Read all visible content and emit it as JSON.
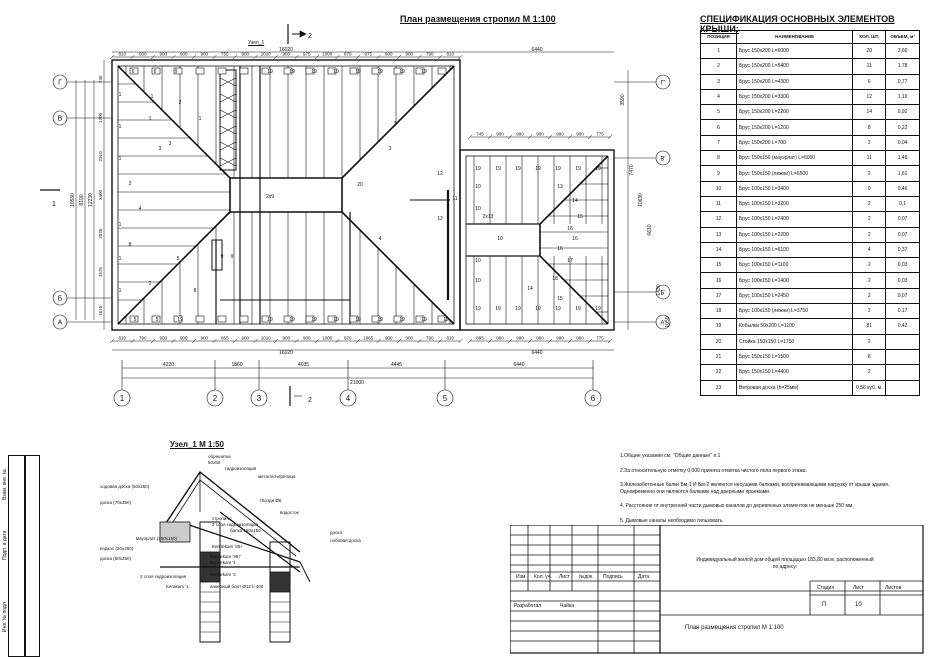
{
  "plan": {
    "title": "План размещения стропил  М 1:100",
    "node_label": "Узел_1",
    "section_mark": "2",
    "section_mark_left": "1",
    "top_dims": [
      "810",
      "900",
      "900",
      "900",
      "900",
      "755",
      "900",
      "1010",
      "900",
      "975",
      "1000",
      "870",
      "975",
      "900",
      "900",
      "790",
      "810"
    ],
    "right_dims": [
      "745",
      "900",
      "900",
      "900",
      "900",
      "900",
      "775"
    ],
    "bottom_dims": [
      "810",
      "790",
      "900",
      "900",
      "900",
      "865",
      "900",
      "1010",
      "900",
      "900",
      "1000",
      "870",
      "1065",
      "900",
      "900",
      "790",
      "810"
    ],
    "bottom_right_dims": [
      "895",
      "900",
      "900",
      "900",
      "900",
      "900",
      "775"
    ],
    "overall_top": "16020",
    "overall_top_right": "6440",
    "overall_bottom": "16020",
    "overall_bottom_right": "6440",
    "axis_dims": [
      "4220",
      "1860",
      "4035",
      "4445",
      "6440"
    ],
    "axis_total": "21000",
    "left_dims": [
      "745",
      "1700",
      "2310",
      "3400",
      "2520",
      "1575",
      "1610"
    ],
    "left_overall": [
      "10530",
      "8190",
      "12230"
    ],
    "right_overall": [
      "3590",
      "7470",
      "10630",
      "6610",
      "1430",
      "1050"
    ],
    "axis_rows": [
      "Г",
      "В",
      "Б",
      "А"
    ],
    "axis_rows_right": [
      "Г'",
      "В'",
      "Б'",
      "А'"
    ],
    "axis_cols": [
      "1",
      "2",
      "3",
      "4",
      "5",
      "6"
    ],
    "member_tags": [
      "6",
      "6",
      "9",
      "19",
      "19",
      "19",
      "19",
      "19",
      "19",
      "19",
      "19",
      "5",
      "5",
      "19",
      "19",
      "19",
      "19",
      "19",
      "19",
      "19",
      "19",
      "19",
      "19",
      "1",
      "2",
      "1",
      "3",
      "2",
      "4",
      "5",
      "8",
      "8",
      "10",
      "10",
      "10",
      "10",
      "10",
      "11",
      "12",
      "12",
      "13",
      "14",
      "15",
      "16",
      "17",
      "18",
      "15",
      "14",
      "3",
      "4",
      "20",
      "1",
      "2",
      "9",
      "9",
      "2x9",
      "2x13",
      "19",
      "19",
      "19",
      "19",
      "19",
      "19",
      "19",
      "19",
      "19",
      "19",
      "19",
      "19",
      "19",
      "19",
      "1",
      "1",
      "1",
      "1",
      "1",
      "1",
      "3",
      "3",
      "16",
      "16"
    ]
  },
  "spec": {
    "title": "СПЕЦИФИКАЦИЯ ОСНОВНЫХ ЭЛЕМЕНТОВ КРЫШИ:",
    "headers": [
      "ПОЗИЦИЯ",
      "НАИМЕНОВАНИЕ",
      "КОЛ. ШТ.",
      "ОБЪЕМ, м³"
    ],
    "rows": [
      [
        "1",
        "Брус 150х200 L=6000",
        "20",
        "3,60"
      ],
      [
        "2",
        "Брус 150х200 L=5400",
        "11",
        "1,78"
      ],
      [
        "3",
        "Брус 150х200 L=4300",
        "6",
        "0,77"
      ],
      [
        "4",
        "Брус 150х200 L=3300",
        "12",
        "1,19"
      ],
      [
        "5",
        "Брус 150х200 L=2200",
        "14",
        "0,92"
      ],
      [
        "6",
        "Брус 150х200 L=1200",
        "8",
        "0,22"
      ],
      [
        "7",
        "Брус 150х200 L=700",
        "2",
        "0,04"
      ],
      [
        "8",
        "Брус 150х150 (мауэрлат) L=6000",
        "11",
        "1,49"
      ],
      [
        "9",
        "Брус 150х150 (лежни) L=6500",
        "2",
        "1,61"
      ],
      [
        "10",
        "Брус 100х150 L=3400",
        "9",
        "0,46"
      ],
      [
        "11",
        "Брус 100х150 L=3200",
        "2",
        "0,1"
      ],
      [
        "12",
        "Брус 100х150 L=2400",
        "2",
        "0,07"
      ],
      [
        "13",
        "Брус 100х150 L=2200",
        "2",
        "0,07"
      ],
      [
        "14",
        "Брус 100х150 L=6100",
        "4",
        "0,37"
      ],
      [
        "15",
        "Брус 100х150 L=1100",
        "2",
        "0,03"
      ],
      [
        "16",
        "Брус 100х150 L=1400",
        "2",
        "0,03"
      ],
      [
        "17",
        "Брус 100х150 L=2450",
        "2",
        "0,07"
      ],
      [
        "18",
        "Брус 100х150 (лежни) L=3750",
        "2",
        "0,17"
      ],
      [
        "19",
        "Кобылки 50х200 L=1100",
        "81",
        "0,42"
      ],
      [
        "20",
        "Стойка 150х150 L=1750",
        "2",
        ""
      ],
      [
        "21",
        "Брус 150х150 L=1500",
        "8",
        ""
      ],
      [
        "22",
        "Брус 150х150 L=4400",
        "2",
        ""
      ],
      [
        "23",
        "Ветровая доска    (h=25мм)",
        "0,56 куб. м.",
        ""
      ]
    ]
  },
  "notes": [
    "1.Общие указания см. \"Общие данные\" л.1",
    "2.За относительную отметку 0,000 принята отметка чистого пола первого этажа.",
    "3.Железобетонные балки Бм-1 И Бм-2 являются несущими балками, воспринимающими нагрузку от крыши здания. Одновременно они являются балками над дверными проемами.",
    "4. Расстояние от внутренней части дымовых каналов до деревянных элементов не меньше 250 мм.",
    "5. Дымовые каналы необходимо гильзовать."
  ],
  "node": {
    "title": "Узел_1  М 1:50",
    "labels": [
      "обрешетка",
      "50х50",
      "гидроизоляция",
      "металлочерепица",
      "ходовая доска (50х250)",
      "доска (70х350)",
      "Гвозди Ø6",
      "подкос (20х250)",
      "доска (50х250)",
      "мауэрлат (150х150)",
      "стропило",
      "2 слоя гидроизоляция",
      "балка 150х150",
      "Кеплеkam '25+",
      "Кеплеkam '387",
      "Кеплеkam '1",
      "2 слоя гидроизоляция",
      "Кеплеkam '2",
      "анкерный болт Ø12 l=400",
      "доска",
      "лобовая доска",
      "водосток",
      "Kerakam '1"
    ]
  },
  "stamp": {
    "project_title": "Индивидуальный жилой дом общей площадью 183,80 кв.м. расположенный по адресу:",
    "headers": [
      "Изм.",
      "Кол. уч.",
      "Лист",
      "№док.",
      "Подпись",
      "Дата"
    ],
    "role": "Разработал",
    "person": "Чайка",
    "stage_header": "Стадия",
    "sheet_header": "Лист",
    "sheets_header": "Листов",
    "stage": "П",
    "sheet": "10",
    "sheets": "",
    "drawing_name": "План размещения стропил М 1:100",
    "side_labels": [
      "Взам. инв. №",
      "Подп. и дата",
      "Инв. № подл."
    ]
  }
}
